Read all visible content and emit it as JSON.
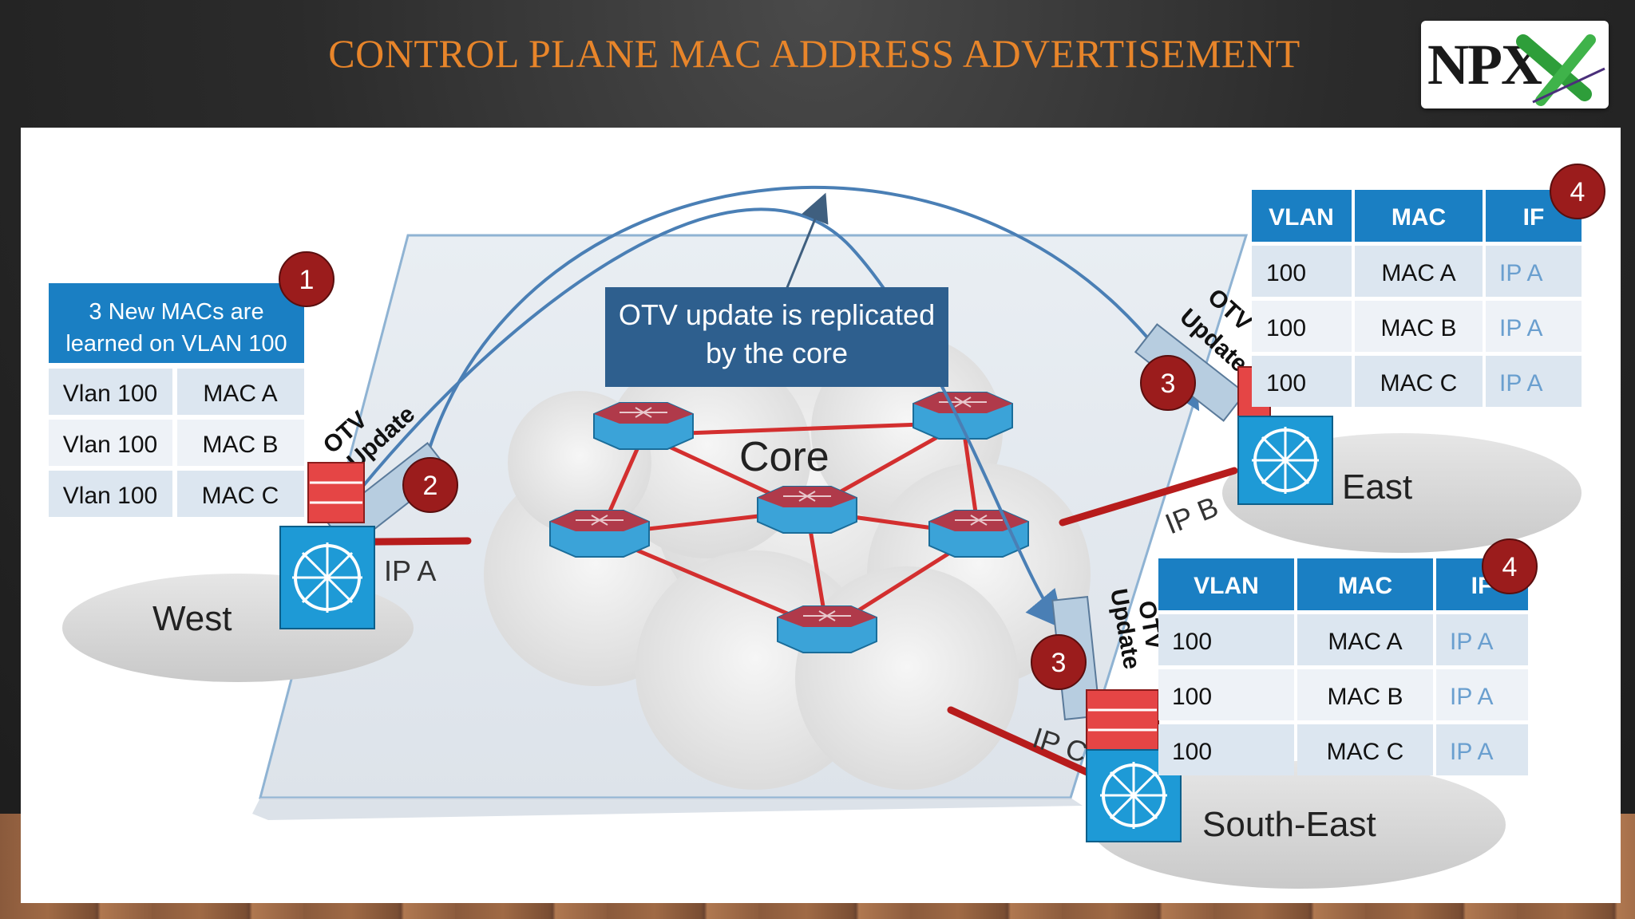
{
  "slide": {
    "title": "CONTROL PLANE MAC ADDRESS ADVERTISEMENT",
    "logo_text": "NPX"
  },
  "colors": {
    "title": "#e8852a",
    "table_header": "#1a7fc3",
    "callout_box": "#2e5f8e",
    "badge": "#9b1c1c",
    "link": "#c62828",
    "switch": "#1e9ad6"
  },
  "diagram": {
    "core_label": "Core",
    "callout_text_line1": "OTV update is replicated",
    "callout_text_line2": "by the core",
    "otv_update_line1": "OTV",
    "otv_update_line2": "Update",
    "sites": {
      "west": "West",
      "east": "East",
      "south_east": "South-East"
    },
    "ip_labels": {
      "west": "IP A",
      "east": "IP B",
      "south_east": "IP C"
    },
    "badges": {
      "west_learn": "1",
      "west_update": "2",
      "east_receive": "3",
      "southeast_receive": "3",
      "east_table": "4",
      "southeast_table": "4"
    },
    "west_table": {
      "header_line1": "3 New MACs are",
      "header_line2": "learned on VLAN 100",
      "rows": [
        [
          "Vlan 100",
          "MAC A"
        ],
        [
          "Vlan 100",
          "MAC B"
        ],
        [
          "Vlan 100",
          "MAC C"
        ]
      ]
    },
    "east_table": {
      "columns": [
        "VLAN",
        "MAC",
        "IF"
      ],
      "rows": [
        [
          "100",
          "MAC A",
          "IP A"
        ],
        [
          "100",
          "MAC B",
          "IP A"
        ],
        [
          "100",
          "MAC C",
          "IP A"
        ]
      ]
    },
    "southeast_table": {
      "columns": [
        "VLAN",
        "MAC",
        "IF"
      ],
      "rows": [
        [
          "100",
          "MAC A",
          "IP A"
        ],
        [
          "100",
          "MAC B",
          "IP A"
        ],
        [
          "100",
          "MAC C",
          "IP A"
        ]
      ]
    }
  }
}
